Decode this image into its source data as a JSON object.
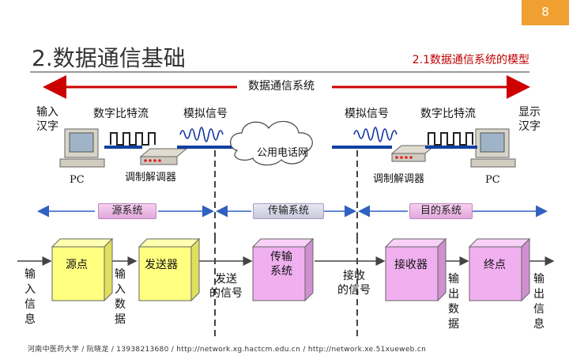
{
  "page_number": "8",
  "title": "2.数据通信基础",
  "subtitle": "2.1数据通信系统的模型",
  "system_label": "数据通信系统",
  "top": {
    "input_chars": "输入\n汉字",
    "digital_stream_left": "数字比特流",
    "analog_left": "模拟信号",
    "analog_right": "模拟信号",
    "digital_stream_right": "数字比特流",
    "display_chars": "显示\n汉字",
    "pc_left": "PC",
    "modem_left": "调制解调器",
    "network": "公用电话网",
    "modem_right": "调制解调器",
    "pc_right": "PC"
  },
  "bars": {
    "source_system": "源系统",
    "transmission_system": "传输系统",
    "destination_system": "目的系统"
  },
  "bottom": {
    "input_info": "输入信息",
    "source": "源点",
    "input_data": "输入数据",
    "transmitter": "发送器",
    "sent_signal": "发送\n的信号",
    "transmission": "传输\n系统",
    "received_signal": "接收\n的信号",
    "receiver": "接收器",
    "output_data": "输出数据",
    "destination": "终点",
    "output_info": "输出信息"
  },
  "footer": "河南中医药大学 / 阮晓龙 / 13938213680 / http://network.xg.hactcm.edu.cn / http://network.xe.51xueweb.cn",
  "colors": {
    "accent": "#f0a030",
    "arrow_red": "#cc0000",
    "arrow_blue": "#3060c0",
    "box_yellow": "#ffff80",
    "box_pink": "#f0b0f0"
  }
}
